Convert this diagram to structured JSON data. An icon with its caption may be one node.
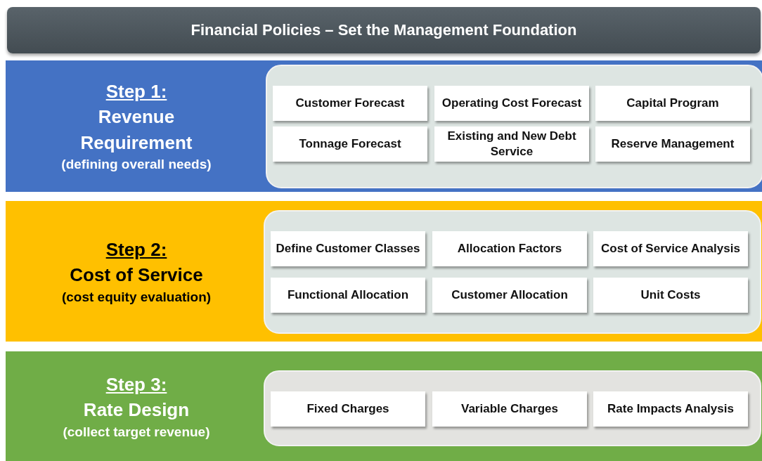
{
  "diagram": {
    "nodes": [
      {
        "text": [
          "Financial Policies – Set the Management Foundation"
        ]
      },
      {
        "text": [
          "Step 1:",
          "Revenue Requirement",
          "(defining overall needs)"
        ]
      },
      {
        "text": [],
        "shape": "box",
        "in": 1
      },
      {
        "text": [
          "Customer Forecast"
        ],
        "in": 2
      },
      {
        "text": [
          "Operating Cost Forecast"
        ],
        "in": 2
      },
      {
        "text": [
          "Capital Program"
        ],
        "in": 2
      },
      {
        "text": [
          "Tonnage Forecast"
        ],
        "in": 2
      },
      {
        "text": [
          "Existing and New Debt Service"
        ],
        "in": 2
      },
      {
        "text": [
          "Reserve Management"
        ],
        "in": 2
      },
      {
        "text": [
          "Step 2:",
          "Cost of Service",
          "(cost equity evaluation)"
        ]
      },
      {
        "text": [],
        "shape": "box",
        "in": 9
      },
      {
        "text": [
          "Define Customer Classes"
        ],
        "in": 10
      },
      {
        "text": [
          "Allocation Factors"
        ],
        "in": 10
      },
      {
        "text": [
          "Cost of Service Analysis"
        ],
        "in": 10
      },
      {
        "text": [
          "Functional Allocation"
        ],
        "in": 10
      },
      {
        "text": [
          "Customer Allocation"
        ],
        "in": 10
      },
      {
        "text": [
          "Unit Costs"
        ],
        "in": 10
      },
      {
        "text": [
          "Step 3:",
          "Rate Design",
          "(collect target revenue)"
        ]
      },
      {
        "text": [],
        "shape": "box",
        "in": 17
      },
      {
        "text": [
          "Fixed Charges"
        ],
        "in": 18
      },
      {
        "text": [
          "Variable Charges"
        ],
        "in": 18
      },
      {
        "text": [
          "Rate Impacts Analysis"
        ],
        "in": 18
      }
    ]
  }
}
